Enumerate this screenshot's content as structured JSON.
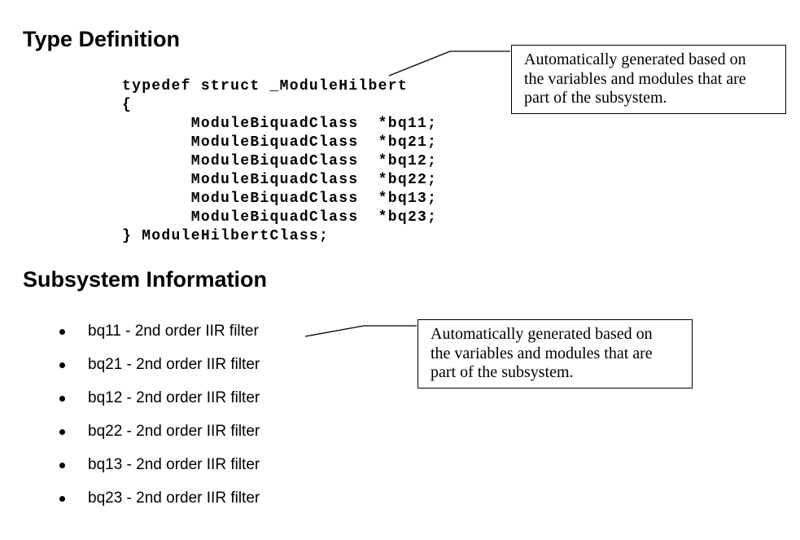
{
  "page": {
    "background": "#ffffff",
    "text_color": "#000000",
    "border_color": "#000000"
  },
  "type_definition": {
    "heading": "Type Definition",
    "code": [
      "typedef struct _ModuleHilbert",
      "{",
      "       ModuleBiquadClass  *bq11;",
      "       ModuleBiquadClass  *bq21;",
      "       ModuleBiquadClass  *bq12;",
      "       ModuleBiquadClass  *bq22;",
      "       ModuleBiquadClass  *bq13;",
      "       ModuleBiquadClass  *bq23;",
      "} ModuleHilbertClass;"
    ]
  },
  "callout_top": {
    "lines": [
      "Automatically generated based on",
      "the variables and modules that are",
      "part of the subsystem."
    ]
  },
  "subsystem": {
    "heading": "Subsystem Information",
    "items": [
      "bq11 - 2nd order IIR filter",
      "bq21 - 2nd order IIR filter",
      "bq12 - 2nd order IIR filter",
      "bq22 - 2nd order IIR filter",
      "bq13 - 2nd order IIR filter",
      "bq23 - 2nd order IIR filter"
    ]
  },
  "callout_bottom": {
    "lines": [
      "Automatically generated based on",
      "the variables and modules that are",
      "part of the subsystem."
    ]
  }
}
